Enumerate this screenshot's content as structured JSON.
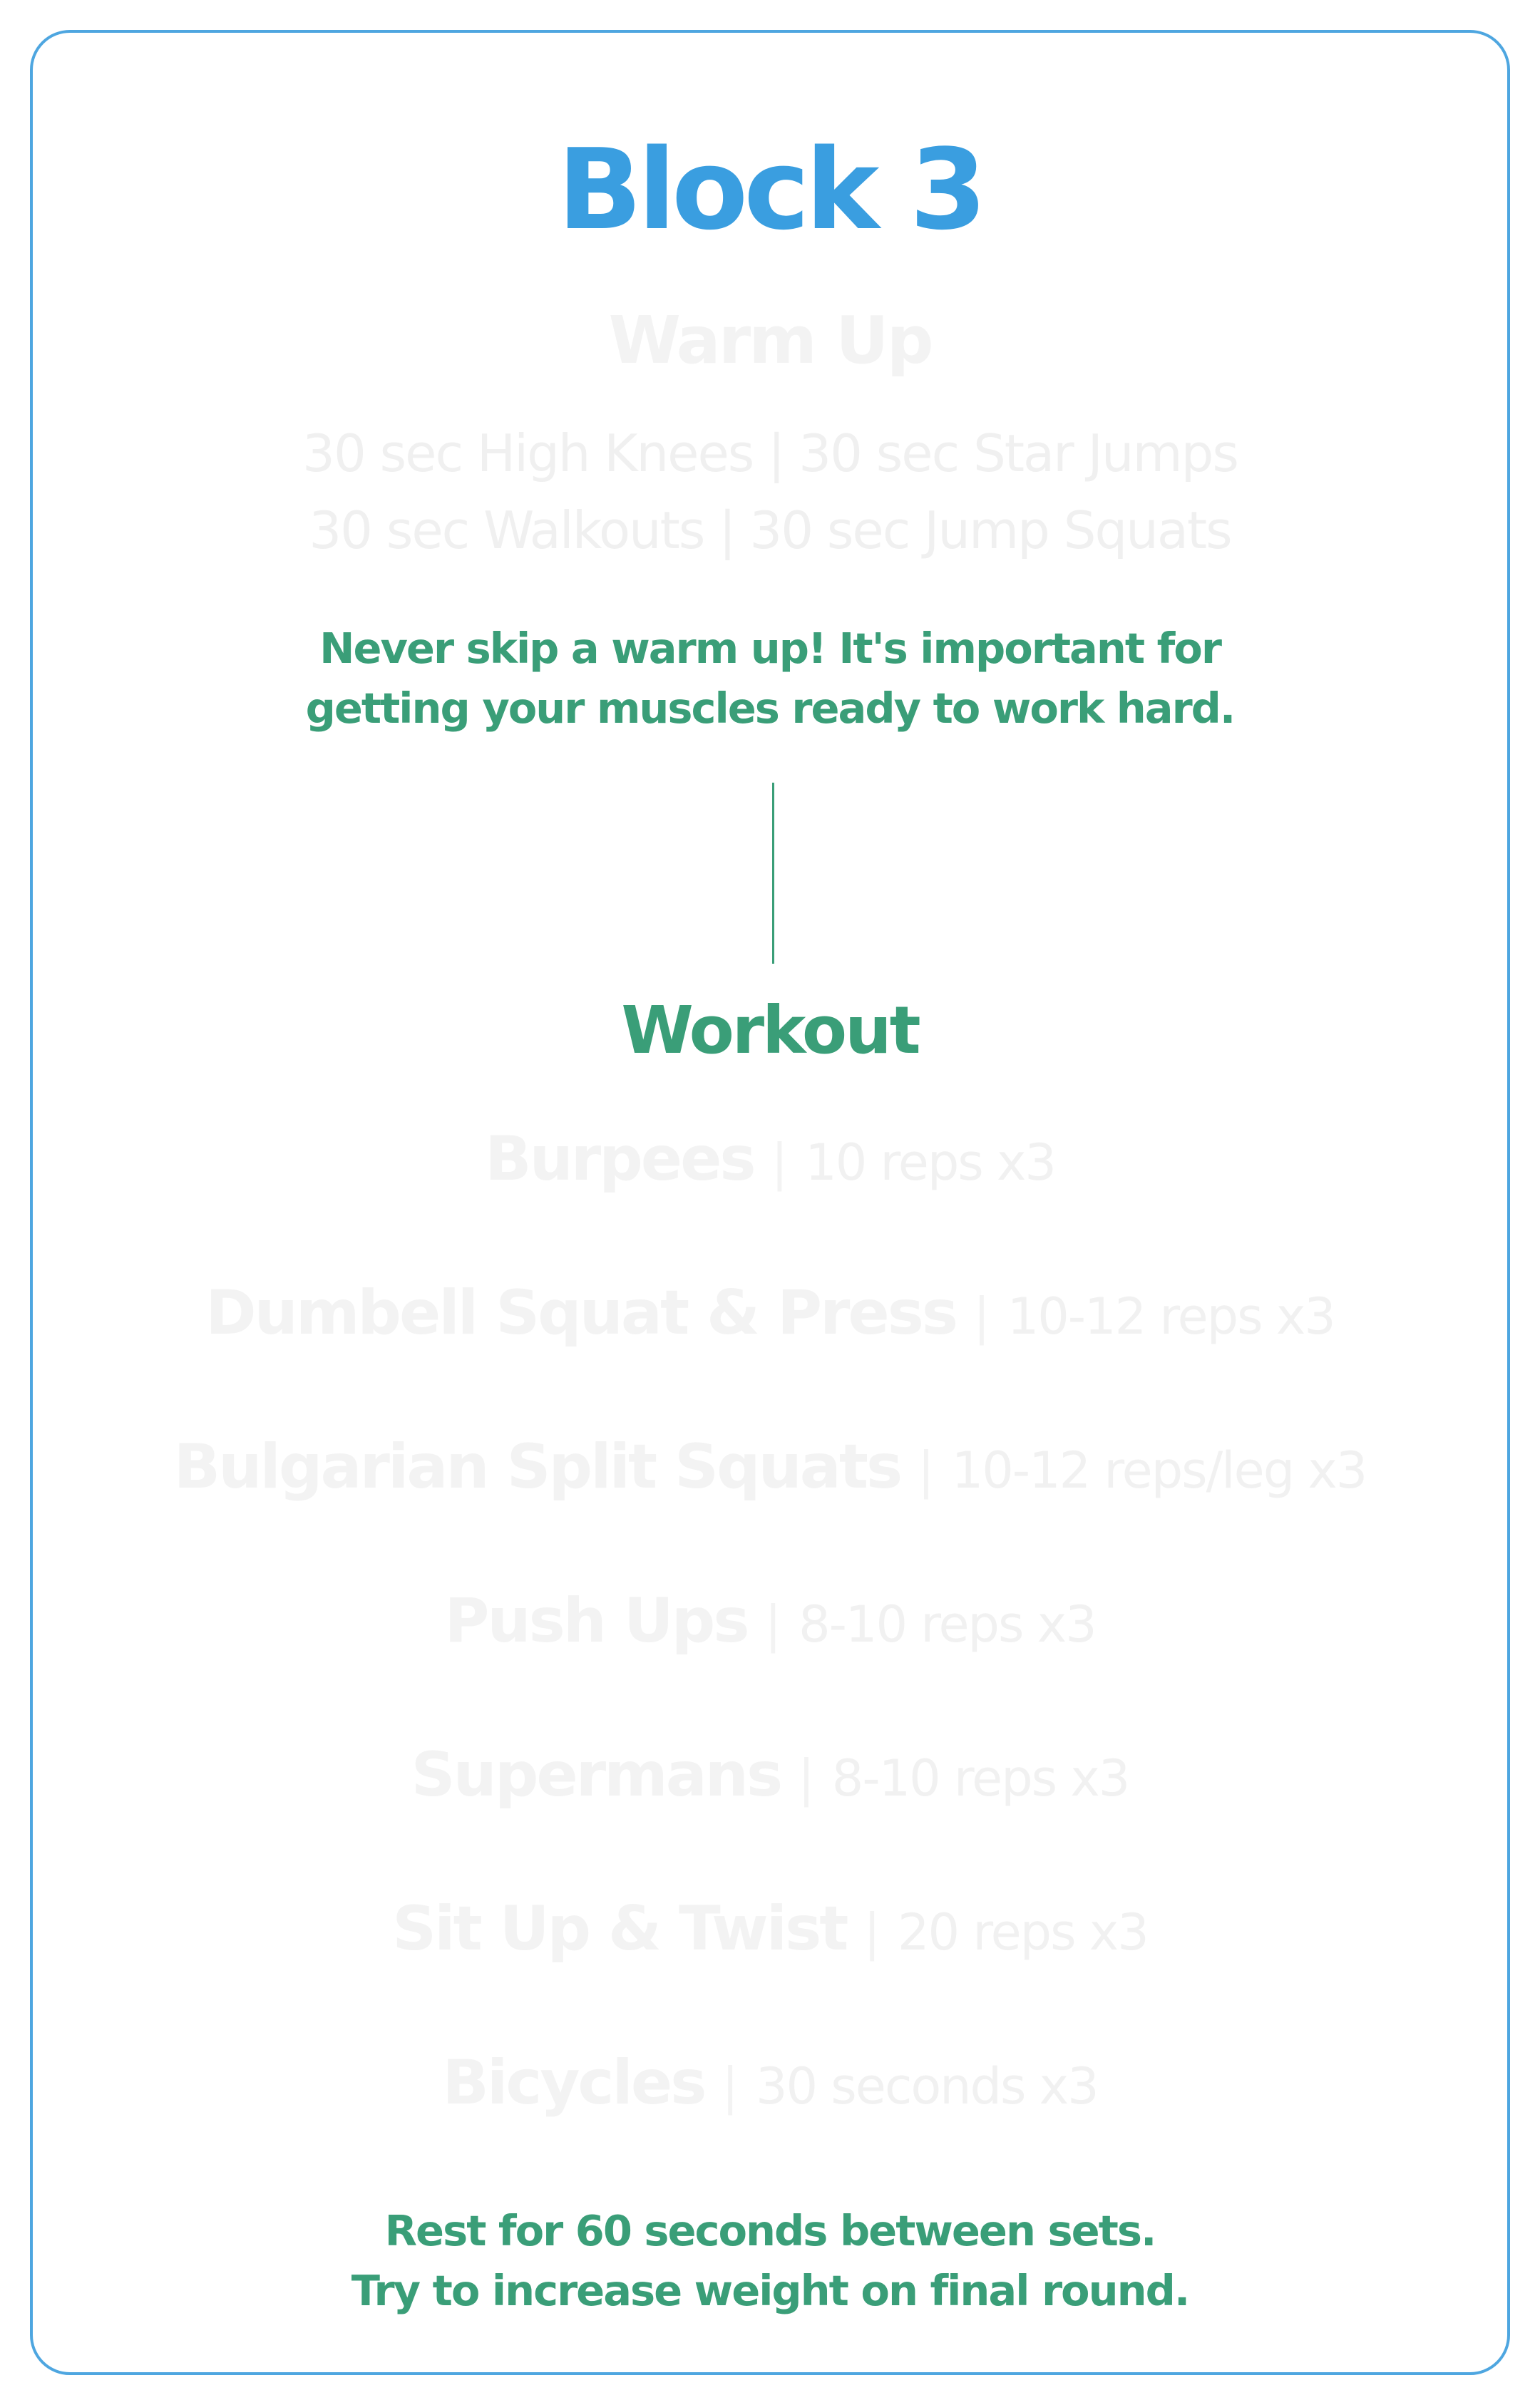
{
  "title": "Block 3",
  "warmup": {
    "heading": "Warm Up",
    "lines": [
      "30 sec High Knees | 30 sec Star Jumps",
      "30 sec Walkouts | 30 sec Jump Squats"
    ],
    "note": [
      "Never skip a warm up! It's important for",
      "getting your muscles ready to work hard."
    ]
  },
  "workout": {
    "heading": "Workout",
    "exercises": [
      {
        "name": "Burpees",
        "separator": "|",
        "reps": "10 reps x3"
      },
      {
        "name": "Dumbell Squat & Press",
        "separator": "|",
        "reps": "10-12 reps x3"
      },
      {
        "name": "Bulgarian Split Squats",
        "separator": "|",
        "reps": "10-12 reps/leg x3"
      },
      {
        "name": "Push Ups",
        "separator": "|",
        "reps": "8-10 reps x3"
      },
      {
        "name": "Supermans",
        "separator": "|",
        "reps": "8-10 reps x3"
      },
      {
        "name": "Sit Up & Twist",
        "separator": "|",
        "reps": "20 reps x3"
      },
      {
        "name": "Bicycles",
        "separator": "|",
        "reps": "30 seconds x3"
      }
    ],
    "rest_note": [
      "Rest for 60 seconds between sets.",
      "Try to increase weight on final round."
    ]
  },
  "colors": {
    "title": "#3a9ee0",
    "border": "#4ea6e0",
    "accent_green": "#3a9e78",
    "faded_text": "#f3f3f3"
  }
}
